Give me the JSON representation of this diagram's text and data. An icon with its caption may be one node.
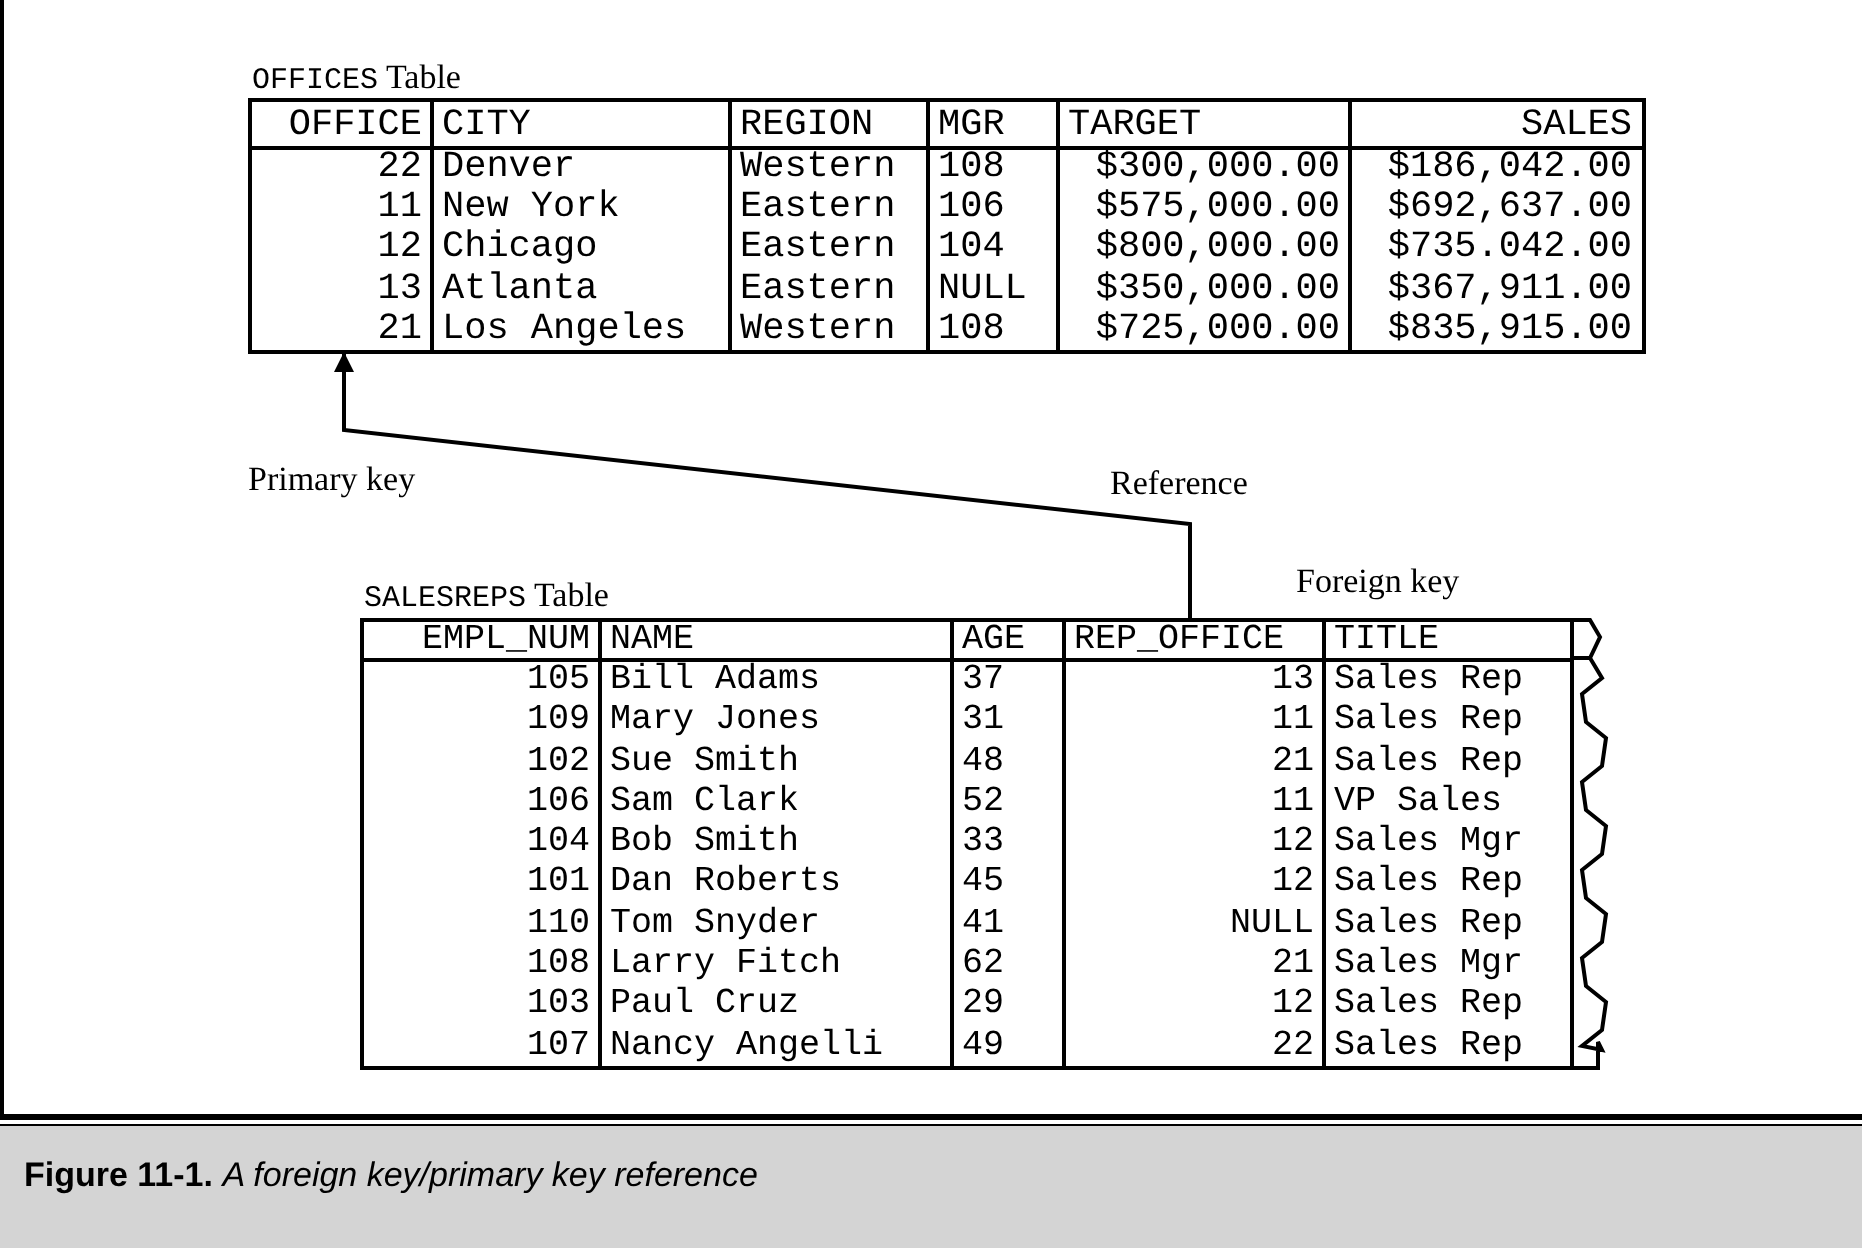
{
  "diagram": {
    "caption": "**Figure 11-1.** *A foreign key/primary key reference*",
    "nodes": [
      {
        "text": [
          "OFFICES Table"
        ]
      },
      {
        "text": [
          "SALESREPS Table"
        ]
      }
    ],
    "edges": [
      {
        "from": 1,
        "to": 0,
        "arrow": "to",
        "label": "Reference"
      }
    ],
    "labels": [
      "OFFICE",
      "CITY",
      "REGION",
      "MGR",
      "TARGET",
      "SALES",
      "22",
      "Denver",
      "Western",
      "108",
      "$300,000.00",
      "$186,042.00",
      "11",
      "New York",
      "Eastern",
      "106",
      "$575,000.00",
      "$692,637.00",
      "12",
      "Chicago",
      "Eastern",
      "104",
      "$800,000.00",
      "$735.042.00",
      "13",
      "Atlanta",
      "Eastern",
      "NULL",
      "$350,000.00",
      "$367,911.00",
      "21",
      "Los Angeles",
      "Western",
      "108",
      "$725,000.00",
      "$835,915.00",
      "Primary key",
      "Foreign key",
      "EMPL_NUM",
      "NAME",
      "AGE",
      "REP_OFFICE",
      "TITLE",
      "105",
      "Bill Adams",
      "37",
      "13",
      "Sales Rep",
      "109",
      "Mary Jones",
      "31",
      "11",
      "Sales Rep",
      "102",
      "Sue Smith",
      "48",
      "21",
      "Sales Rep",
      "106",
      "Sam Clark",
      "52",
      "11",
      "VP Sales",
      "104",
      "Bob Smith",
      "33",
      "12",
      "Sales Mgr",
      "101",
      "Dan Roberts",
      "45",
      "12",
      "Sales Rep",
      "110",
      "Tom Snyder",
      "41",
      "NULL",
      "Sales Rep",
      "108",
      "Larry Fitch",
      "62",
      "21",
      "Sales Mgr",
      "103",
      "Paul Cruz",
      "29",
      "12",
      "Sales Rep",
      "107",
      "Nancy Angelli",
      "49",
      "22",
      "Sales Rep"
    ]
  }
}
